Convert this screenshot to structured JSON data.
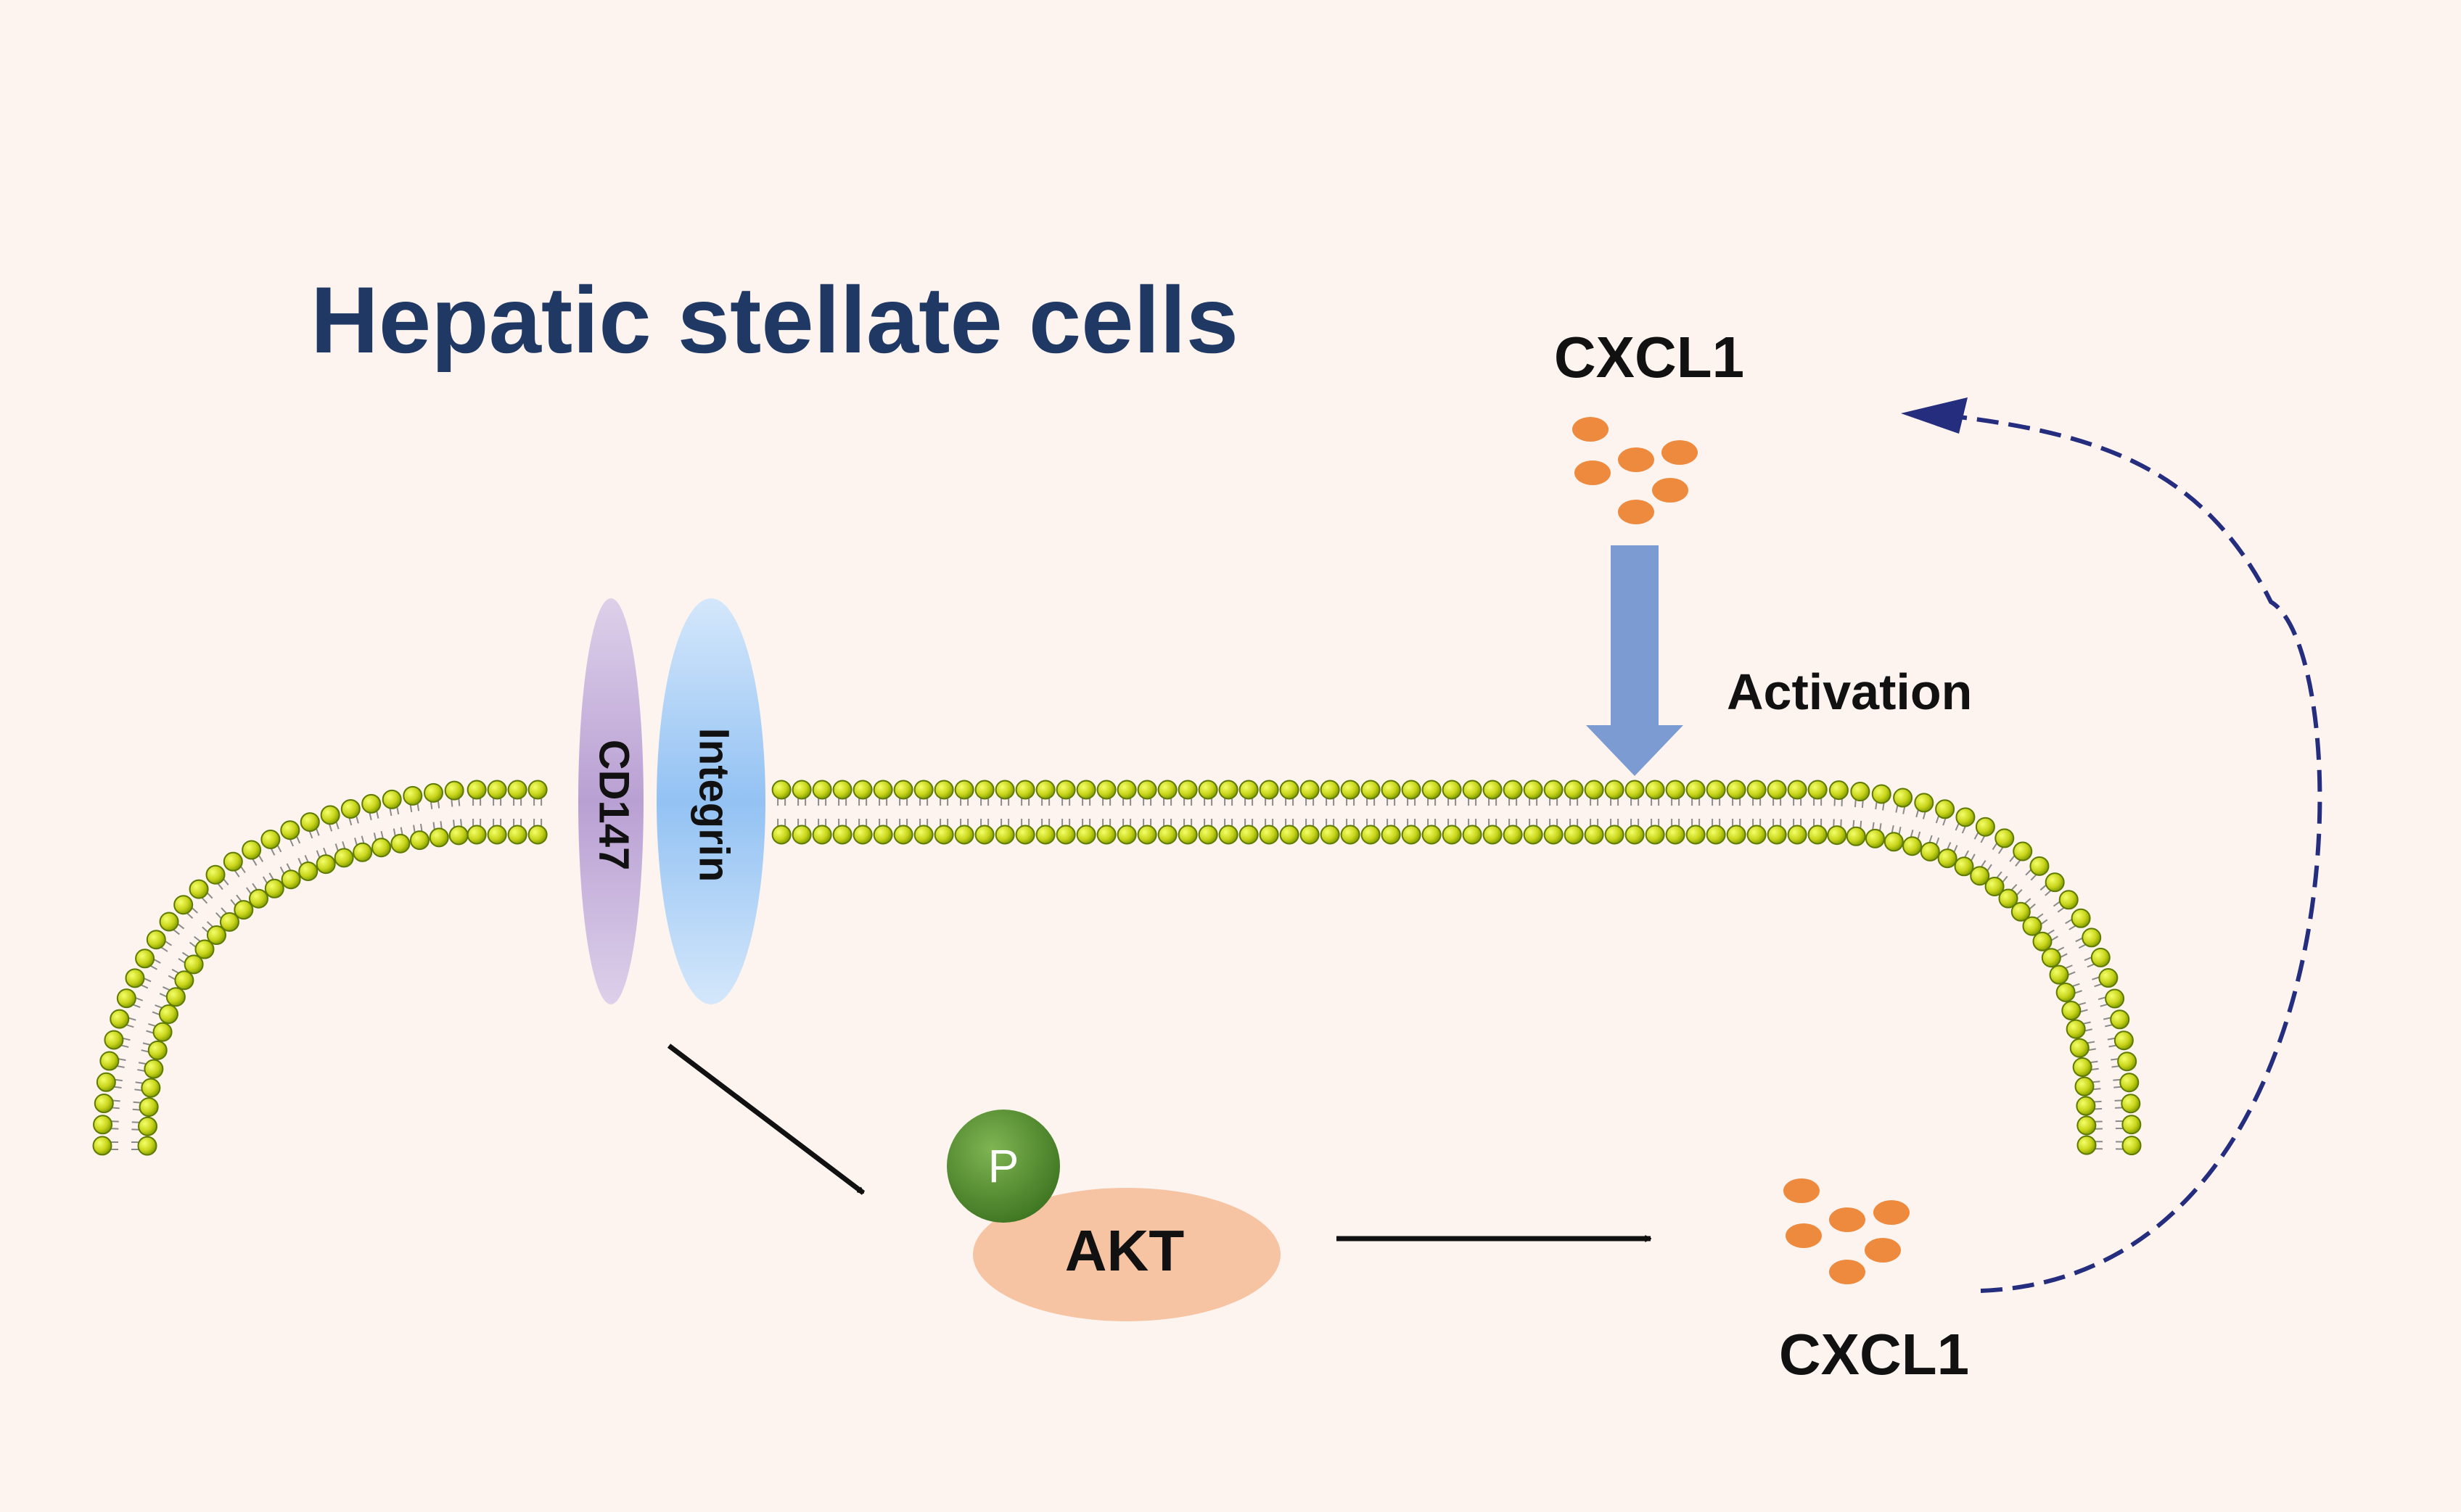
{
  "title": "Hepatic stellate cells",
  "labels": {
    "cxcl1_top": "CXCL1",
    "activation": "Activation",
    "cd147": "CD147",
    "integrin": "Integrin",
    "phospho": "P",
    "akt": "AKT",
    "cxcl1_bottom": "CXCL1"
  },
  "colors": {
    "background": "#fdf4ef",
    "title": "#1f3864",
    "text": "#111111",
    "lipid_head": "#c8d41a",
    "lipid_head_edge": "#5f7a00",
    "lipid_tail": "#8a8a8a",
    "cxcl1_particle": "#ee8a3e",
    "activation_arrow": "#7b9bd2",
    "cd147": "#c9b3dc",
    "integrin": "#a9cff5",
    "akt": "#f6c3a3",
    "phospho": "#4f8a2a",
    "feedback_arrow": "#252d7f"
  },
  "icons": [
    "lipid-bilayer-membrane",
    "cxcl1-particles",
    "activation-arrow",
    "feedback-dashed-arrow"
  ]
}
